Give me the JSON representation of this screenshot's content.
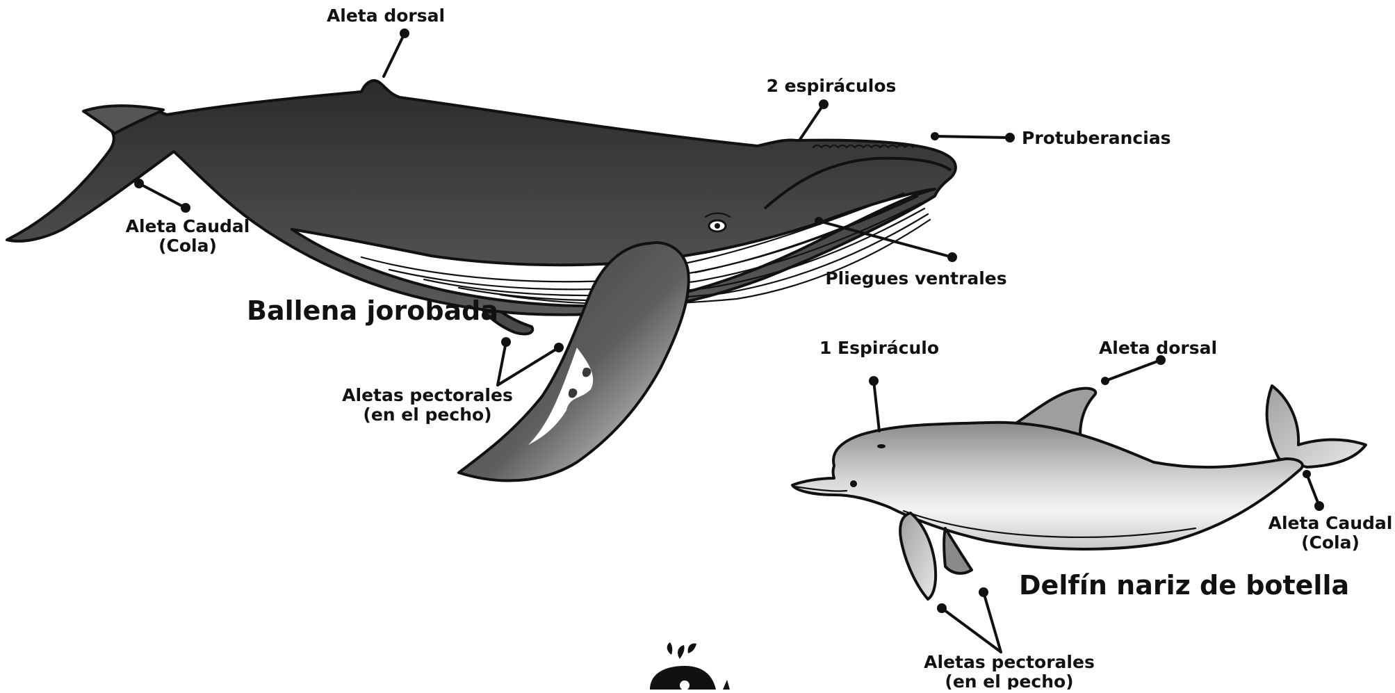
{
  "whale": {
    "title": "Ballena jorobada",
    "labels": {
      "dorsal_fin": "Aleta dorsal",
      "blowholes": "2 espiráculos",
      "tubercles": "Protuberancias",
      "tail_line1": "Aleta Caudal",
      "tail_line2": "(Cola)",
      "ventral_pleats": "Pliegues ventrales",
      "pectoral_line1": "Aletas pectorales",
      "pectoral_line2": "(en el pecho)"
    }
  },
  "dolphin": {
    "title": "Delfín nariz de botella",
    "labels": {
      "blowhole": "1 Espiráculo",
      "dorsal_fin": "Aleta dorsal",
      "tail_line1": "Aleta Caudal",
      "tail_line2": "(Cola)",
      "pectoral_line1": "Aletas pectorales",
      "pectoral_line2": "(en el pecho)"
    }
  },
  "colors": {
    "whale_dark": "#3a3a3a",
    "whale_belly": "#ffffff",
    "dolphin_light": "#e6e6e6",
    "dolphin_dark": "#9a9a9a",
    "ink": "#111111"
  }
}
